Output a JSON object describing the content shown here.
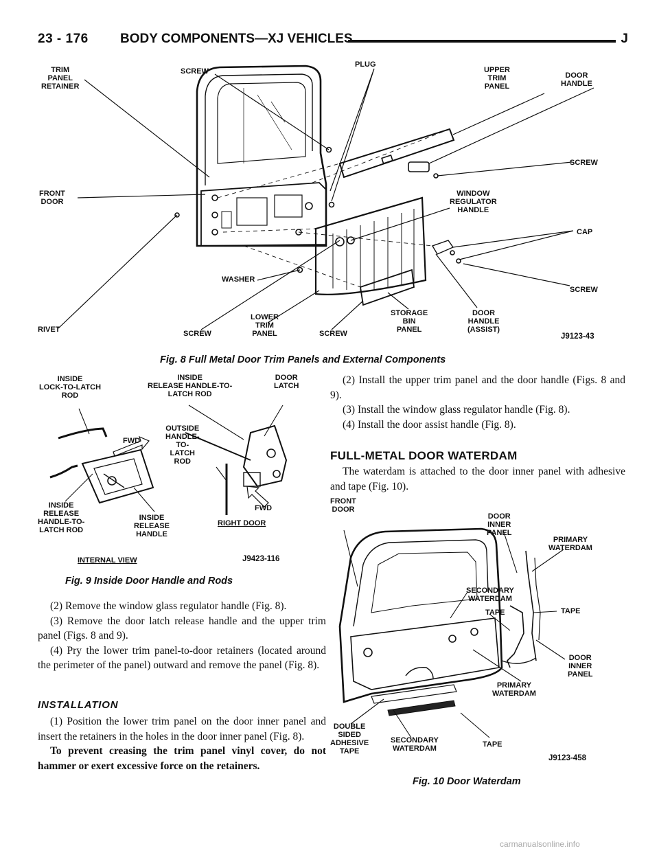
{
  "header": {
    "page_number": "23 - 176",
    "section": "BODY COMPONENTS—XJ VEHICLES",
    "letter": "J"
  },
  "fig8": {
    "caption": "Fig. 8 Full Metal Door Trim Panels and External Components",
    "code": "J9123-43",
    "labels": {
      "trim_panel_retainer": "TRIM\nPANEL\nRETAINER",
      "screw_top": "SCREW",
      "plug": "PLUG",
      "upper_trim_panel": "UPPER\nTRIM\nPANEL",
      "door_handle": "DOOR\nHANDLE",
      "screw_right1": "SCREW",
      "front_door": "FRONT\nDOOR",
      "window_regulator_handle": "WINDOW\nREGULATOR\nHANDLE",
      "cap": "CAP",
      "washer": "WASHER",
      "screw_right2": "SCREW",
      "rivet": "RIVET",
      "screw_bottom1": "SCREW",
      "lower_trim_panel": "LOWER\nTRIM\nPANEL",
      "screw_bottom2": "SCREW",
      "storage_bin_panel": "STORAGE\nBIN\nPANEL",
      "door_handle_assist": "DOOR\nHANDLE\n(ASSIST)"
    }
  },
  "fig9": {
    "caption": "Fig. 9 Inside Door Handle and Rods",
    "code": "J9423-116",
    "labels": {
      "inside_lock": "INSIDE\nLOCK-TO-LATCH\nROD",
      "inside_release_rod_top": "INSIDE\nRELEASE HANDLE-TO-\nLATCH ROD",
      "door_latch": "DOOR\nLATCH",
      "fwd1": "FWD",
      "outside_handle": "OUTSIDE\nHANDLE-\nTO-\nLATCH\nROD",
      "fwd2": "FWD",
      "inside_release_rod_bottom": "INSIDE\nRELEASE\nHANDLE-TO-\nLATCH ROD",
      "inside_release_handle": "INSIDE\nRELEASE\nHANDLE",
      "right_door": "RIGHT DOOR",
      "internal_view": "INTERNAL VIEW"
    }
  },
  "left_text": {
    "p1": "(2) Remove the window glass regulator handle (Fig. 8).",
    "p2": "(3) Remove the door latch release handle and the upper trim panel (Figs. 8 and 9).",
    "p3": "(4) Pry the lower trim panel-to-door retainers (located around the perimeter of the panel) outward and remove the panel (Fig. 8).",
    "installation_heading": "INSTALLATION",
    "p4": "(1) Position the lower trim panel on the door inner panel and insert the retainers in the holes in the door inner panel (Fig. 8).",
    "p5": "To prevent creasing the trim panel vinyl cover, do not hammer or exert excessive force on the retainers."
  },
  "right_text": {
    "p1": "(2) Install the upper trim panel and the door handle (Figs. 8 and 9).",
    "p2": "(3) Install the window glass regulator handle (Fig. 8).",
    "p3": "(4) Install the door assist handle (Fig. 8).",
    "waterdam_heading": "FULL-METAL DOOR WATERDAM",
    "p4": "The waterdam is attached to the door inner panel with adhesive and tape (Fig. 10)."
  },
  "fig10": {
    "caption": "Fig. 10 Door Waterdam",
    "code": "J9123-458",
    "labels": {
      "front_door": "FRONT\nDOOR",
      "door_inner_panel_top": "DOOR\nINNER\nPANEL",
      "primary_waterdam_top": "PRIMARY\nWATERDAM",
      "secondary_waterdam_top": "SECONDARY\nWATERDAM",
      "tape_mid": "TAPE",
      "tape_right": "TAPE",
      "door_inner_panel_bottom": "DOOR\nINNER\nPANEL",
      "primary_waterdam_bottom": "PRIMARY\nWATERDAM",
      "double_sided": "DOUBLE\nSIDED\nADHESIVE\nTAPE",
      "secondary_waterdam_bottom": "SECONDARY\nWATERDAM",
      "tape_bottom": "TAPE"
    }
  },
  "watermark": "carmanualsonline.info"
}
